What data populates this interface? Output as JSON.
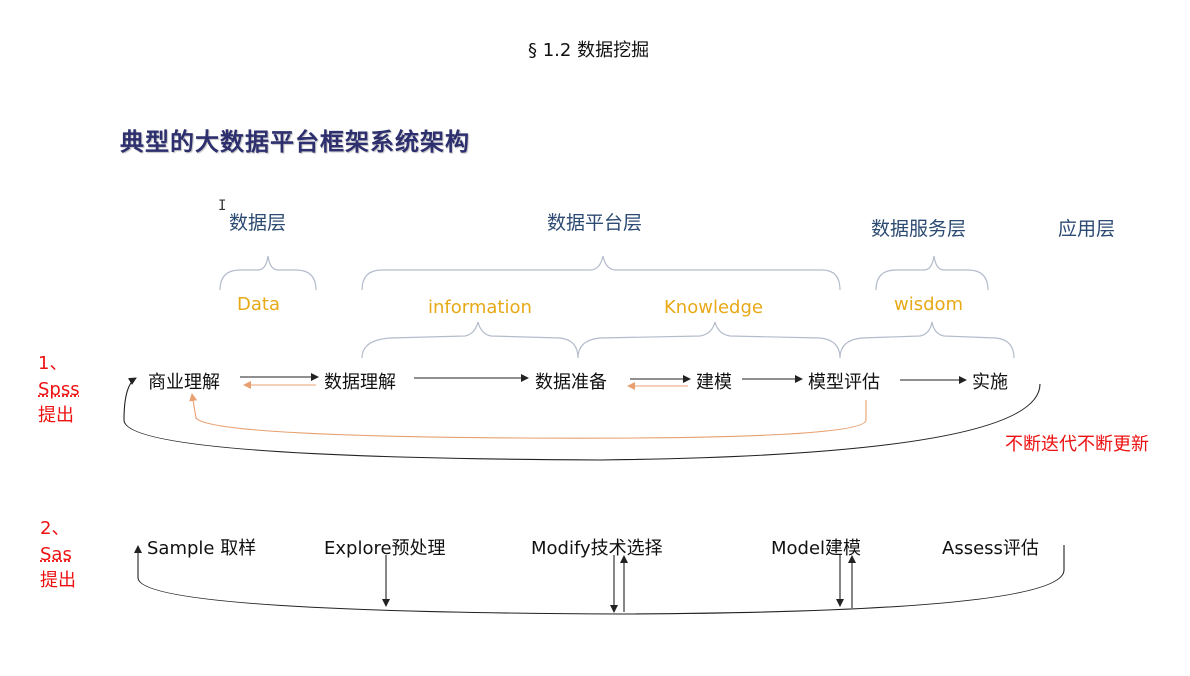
{
  "heading": "§ 1.2 数据挖掘",
  "title": "典型的大数据平台框架系统架构",
  "layers": [
    "数据层",
    "数据平台层",
    "数据服务层",
    "应用层"
  ],
  "dikw": [
    "Data",
    "information",
    "Knowledge",
    "wisdom"
  ],
  "spss": {
    "number": "1、",
    "name": "Spss",
    "suffix": "提出",
    "steps": [
      "商业理解",
      "数据理解",
      "数据准备",
      "建模",
      "模型评估",
      "实施"
    ],
    "note": "不断迭代不断更新"
  },
  "sas": {
    "number": "2、",
    "name": "Sas",
    "suffix": "提出",
    "steps": [
      "Sample 取样",
      "Explore预处理",
      "Modify技术选择",
      "Model建模",
      "Assess评估"
    ]
  },
  "colors": {
    "layer": "#2c4a72",
    "dikw": "#e8a917",
    "red": "#ee1111",
    "feedback": "#e8a070"
  }
}
